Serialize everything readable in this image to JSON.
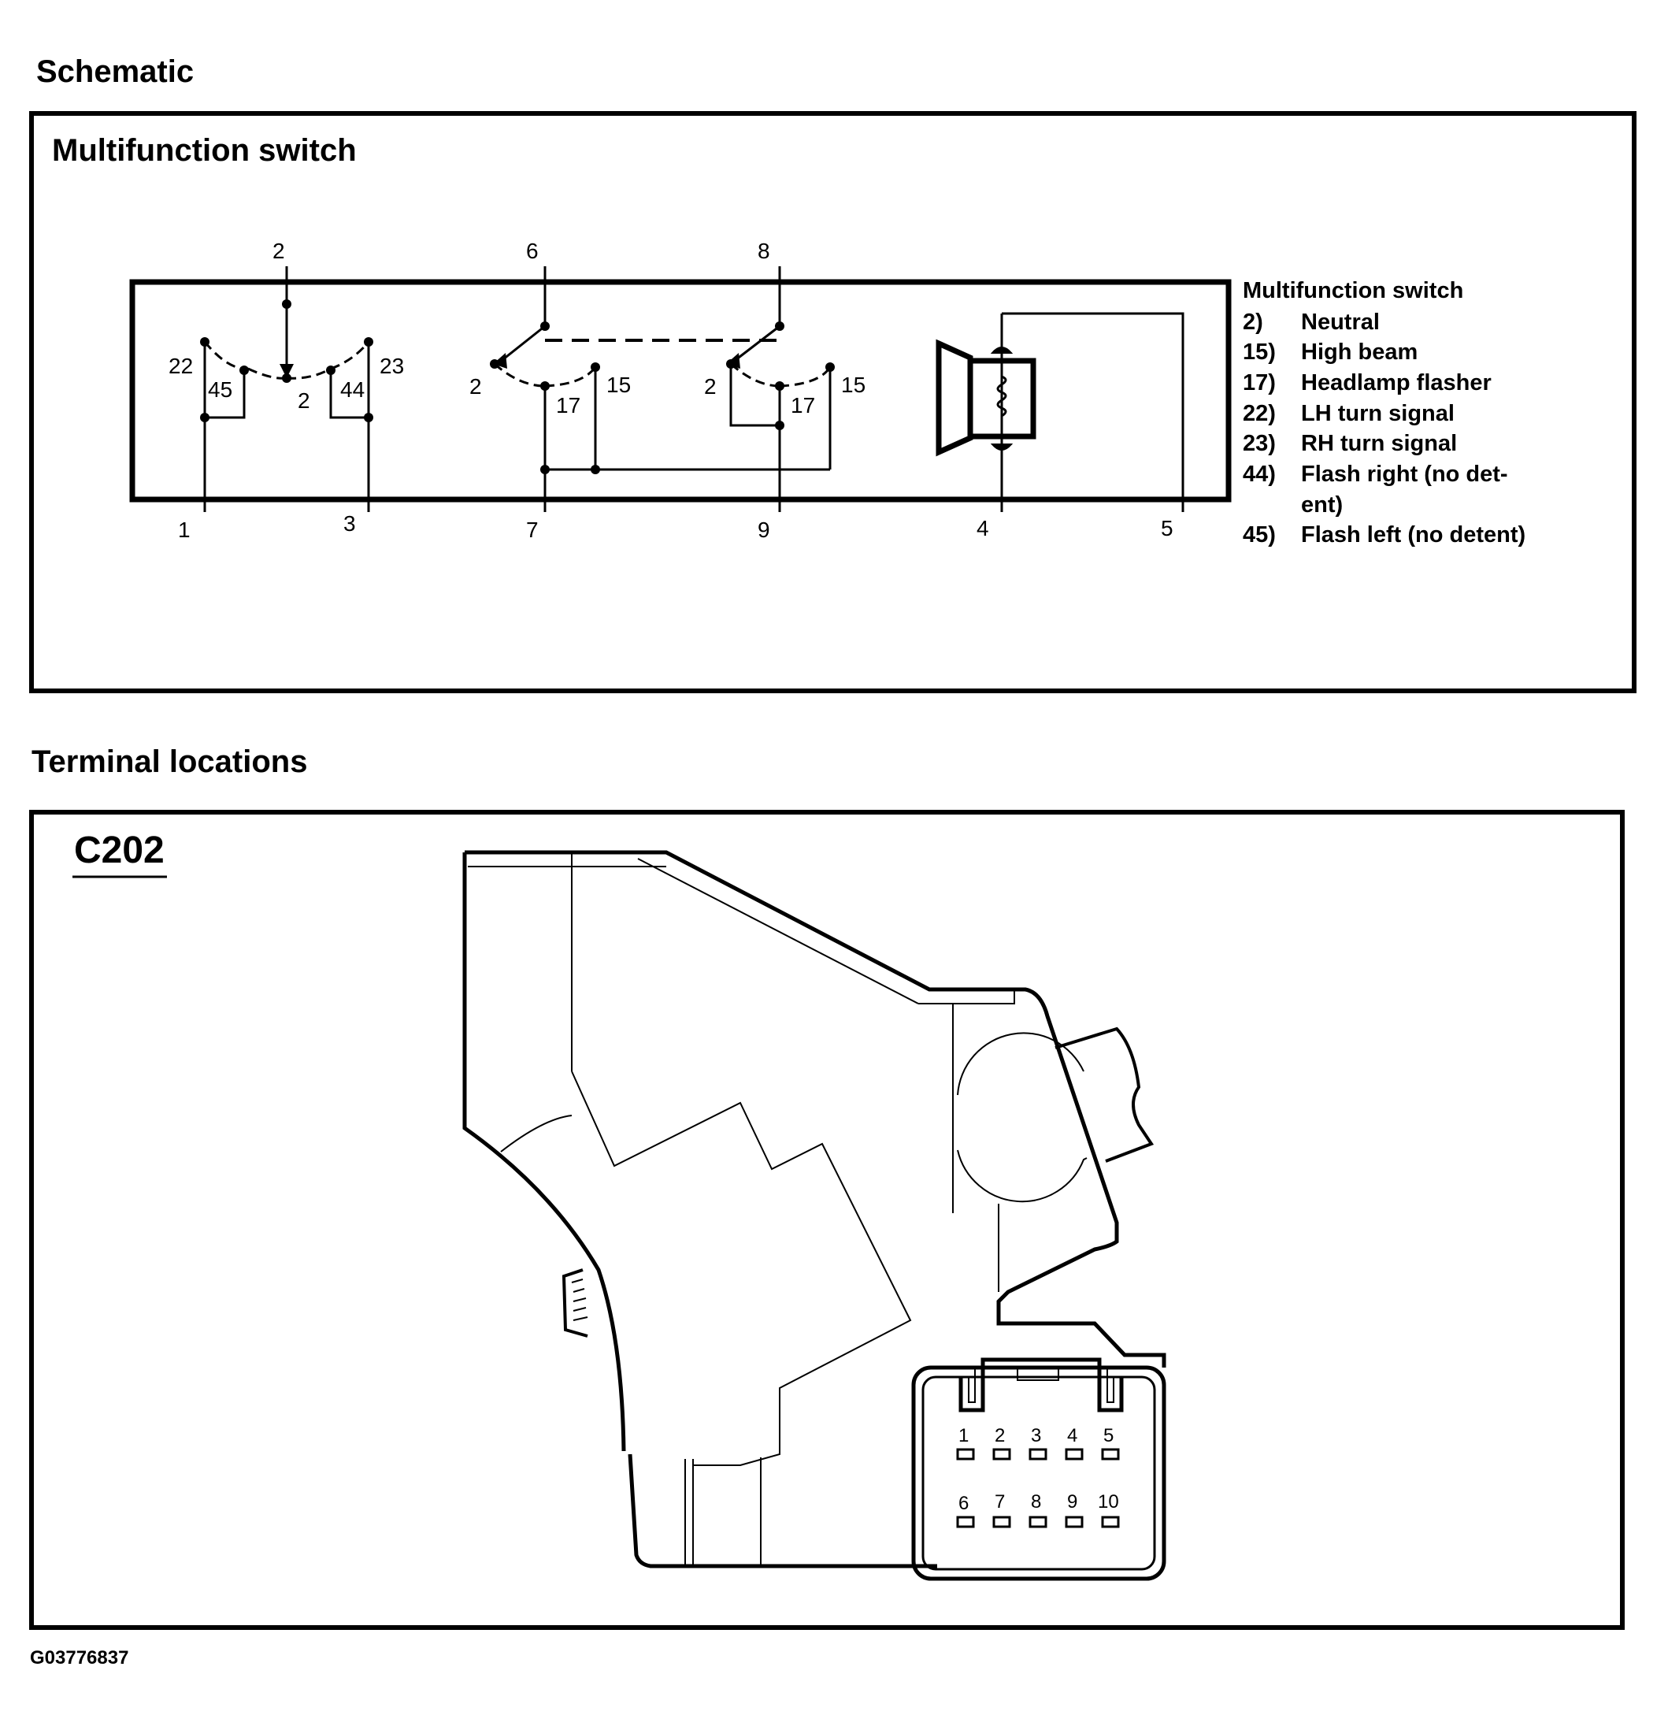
{
  "schematic": {
    "section_title": "Schematic",
    "box_title": "Multifunction switch",
    "terminals": {
      "t1": "1",
      "t2": "2",
      "t3": "3",
      "t4": "4",
      "t5": "5",
      "t6": "6",
      "t7": "7",
      "t8": "8",
      "t9": "9"
    },
    "switch_labels": {
      "s22": "22",
      "s45": "45",
      "s2a": "2",
      "s44": "44",
      "s23": "23",
      "s2b": "2",
      "s17a": "17",
      "s15a": "15",
      "s2c": "2",
      "s17b": "17",
      "s15b": "15"
    },
    "legend": {
      "title": "Multifunction switch",
      "items": [
        {
          "code": "2)",
          "text": "Neutral"
        },
        {
          "code": "15)",
          "text": "High beam"
        },
        {
          "code": "17)",
          "text": "Headlamp flasher"
        },
        {
          "code": "22)",
          "text": "LH turn signal"
        },
        {
          "code": "23)",
          "text": "RH turn signal"
        },
        {
          "code": "44)",
          "text": "Flash right (no det-",
          "text_cont": "ent)"
        },
        {
          "code": "45)",
          "text": "Flash left (no detent)"
        }
      ]
    }
  },
  "terminal_locations": {
    "section_title": "Terminal locations",
    "connector_id": "C202",
    "pins_top": [
      "1",
      "2",
      "3",
      "4",
      "5"
    ],
    "pins_bottom": [
      "6",
      "7",
      "8",
      "9",
      "10"
    ]
  },
  "figure_id": "G03776837"
}
